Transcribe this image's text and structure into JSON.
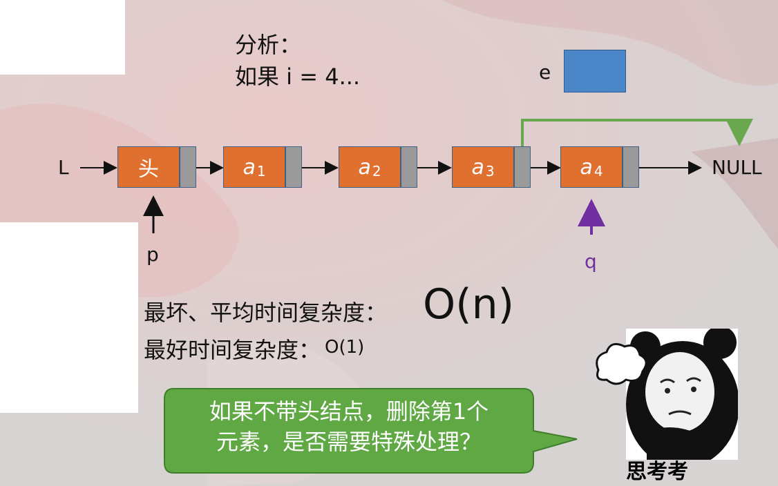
{
  "analysis": {
    "line1": "分析：",
    "line2": "如果 i = 4..."
  },
  "e_label": "e",
  "list": {
    "head_pointer": "L",
    "head_node_label": "头",
    "nodes": [
      {
        "base": "a",
        "sub": "1"
      },
      {
        "base": "a",
        "sub": "2"
      },
      {
        "base": "a",
        "sub": "3"
      },
      {
        "base": "a",
        "sub": "4"
      }
    ],
    "null_label": "NULL",
    "p_label": "p",
    "q_label": "q"
  },
  "complexity": {
    "worst_avg_label": "最坏、平均时间复杂度：",
    "worst_avg_value": "O(n)",
    "best_label": "最好时间复杂度：",
    "best_value": "O(1)"
  },
  "bubble": {
    "line1": "如果不带头结点，删除第1个",
    "line2": "元素，是否需要特殊处理？"
  },
  "meme_caption": "思考考",
  "colors": {
    "node_fill": "#e07030",
    "pointer_fill": "#9a9a9a",
    "e_box": "#4a86c8",
    "bypass_arrow": "#6aa84f",
    "q_arrow": "#7030a0",
    "bubble_fill": "#5fa844"
  }
}
